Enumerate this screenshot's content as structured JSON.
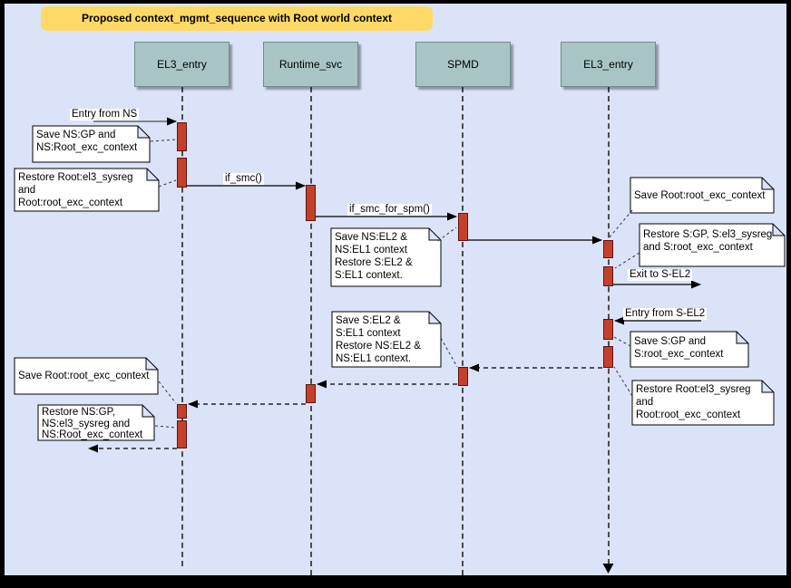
{
  "title": "Proposed context_mgmt_sequence with Root world context",
  "actors": [
    {
      "label": "EL3_entry"
    },
    {
      "label": "Runtime_svc"
    },
    {
      "label": "SPMD"
    },
    {
      "label": "EL3_entry"
    }
  ],
  "messages": {
    "entry_from_ns": "Entry from NS",
    "if_smc": "if_smc()",
    "if_smc_for_spm": "if_smc_for_spm()",
    "exit_to_sel2": "Exit to S-EL2",
    "entry_from_sel2": "Entry from S-EL2"
  },
  "notes": [
    {
      "text": "Save NS:GP and\nNS:Root_exc_context"
    },
    {
      "text": "Restore Root:el3_sysreg\nand\nRoot:root_exc_context"
    },
    {
      "text": "Save NS:EL2 &\nNS:EL1 context\nRestore S:EL2 &\nS:EL1 context."
    },
    {
      "text": "Save Root:root_exc_context"
    },
    {
      "text": "Restore S:GP, S:el3_sysreg\nand S:root_exc_context"
    },
    {
      "text": "Save S:GP and\nS:root_exc_context"
    },
    {
      "text": "Restore Root:el3_sysreg\nand\nRoot:root_exc_context"
    },
    {
      "text": "Save S:EL2 &\nS:EL1 context\nRestore NS:EL2 &\nNS:EL1 context."
    },
    {
      "text": "Save Root:root_exc_context"
    },
    {
      "text": "Restore NS:GP,\nNS:el3_sysreg and\nNS:Root_exc_context"
    }
  ],
  "colors": {
    "background": "#dbe3f8",
    "frame": "#000000",
    "title_fill": "#ffd966",
    "actor_fill": "#a9c4c4",
    "activation_fill": "#c5402b",
    "activation_border": "#5e1414",
    "note_fill": "#ffffff"
  }
}
